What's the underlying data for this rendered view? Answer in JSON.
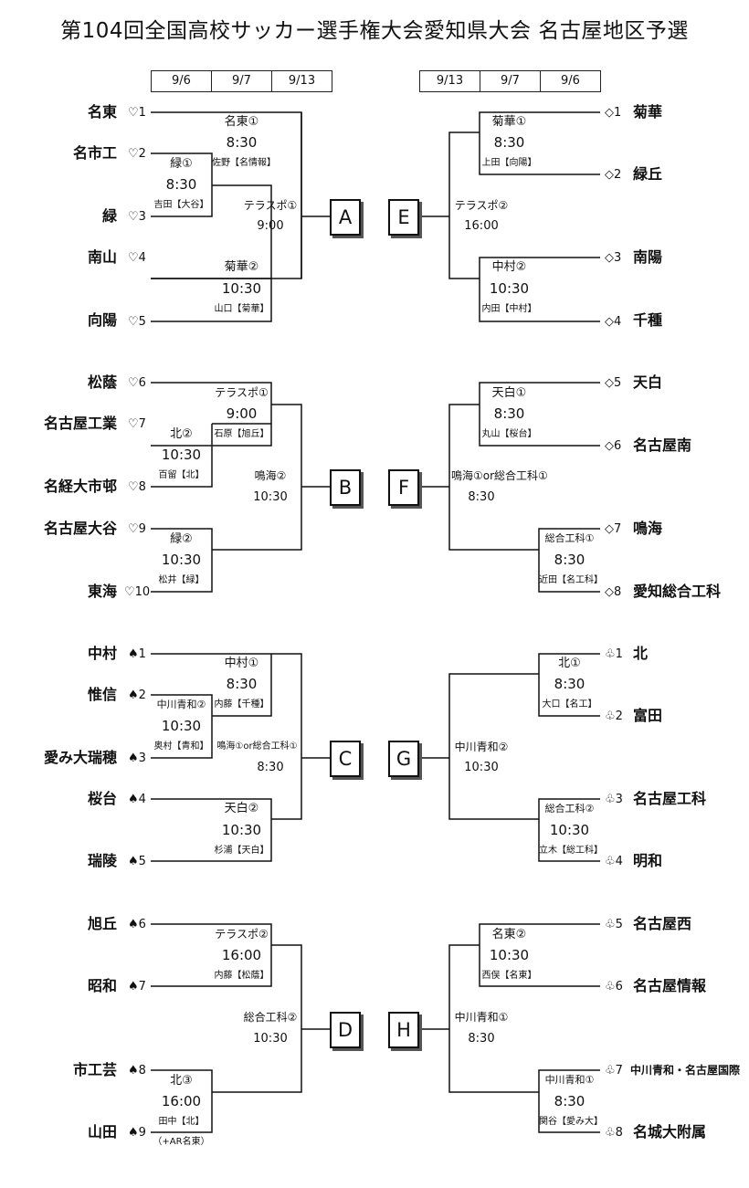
{
  "title": "第104回全国高校サッカー選手権大会愛知県大会 名古屋地区予選",
  "dates_left": [
    "9/6",
    "9/7",
    "9/13"
  ],
  "dates_right": [
    "9/13",
    "9/7",
    "9/6"
  ],
  "blocks": {
    "A": {
      "label": "A",
      "teams": [
        {
          "name": "名東",
          "seed": "♡1"
        },
        {
          "name": "名市工",
          "seed": "♡2"
        },
        {
          "name": "緑",
          "seed": "♡3"
        },
        {
          "name": "南山",
          "seed": "♡4"
        },
        {
          "name": "向陽",
          "seed": "♡5"
        }
      ],
      "matches": [
        {
          "venue": "名東①",
          "time": "8:30",
          "ref": "佐野【名情報】"
        },
        {
          "venue": "緑①",
          "time": "8:30",
          "ref": "吉田【大谷】"
        },
        {
          "venue": "菊華②",
          "time": "10:30",
          "ref": "山口【菊華】"
        },
        {
          "venue": "テラスポ①",
          "time": "9:00"
        }
      ]
    },
    "B": {
      "label": "B",
      "teams": [
        {
          "name": "松蔭",
          "seed": "♡6"
        },
        {
          "name": "名古屋工業",
          "seed": "♡7"
        },
        {
          "name": "名経大市邨",
          "seed": "♡8"
        },
        {
          "name": "名古屋大谷",
          "seed": "♡9"
        },
        {
          "name": "東海",
          "seed": "♡10"
        }
      ],
      "matches": [
        {
          "venue": "テラスポ①",
          "time": "9:00",
          "ref": "石原【旭丘】"
        },
        {
          "venue": "北②",
          "time": "10:30",
          "ref": "百留【北】"
        },
        {
          "venue": "緑②",
          "time": "10:30",
          "ref": "松井【緑】"
        },
        {
          "venue": "鳴海②",
          "time": "10:30"
        }
      ]
    },
    "C": {
      "label": "C",
      "teams": [
        {
          "name": "中村",
          "seed": "♠1"
        },
        {
          "name": "惟信",
          "seed": "♠2"
        },
        {
          "name": "愛み大瑞穂",
          "seed": "♠3"
        },
        {
          "name": "桜台",
          "seed": "♠4"
        },
        {
          "name": "瑞陵",
          "seed": "♠5"
        }
      ],
      "matches": [
        {
          "venue": "中村①",
          "time": "8:30",
          "ref": "内藤【千種】"
        },
        {
          "venue": "中川青和②",
          "time": "10:30",
          "ref": "奥村【青和】"
        },
        {
          "venue": "天白②",
          "time": "10:30",
          "ref": "杉浦【天白】"
        },
        {
          "venue": "鳴海①or総合工科①",
          "time": "8:30"
        }
      ]
    },
    "D": {
      "label": "D",
      "teams": [
        {
          "name": "旭丘",
          "seed": "♠6"
        },
        {
          "name": "昭和",
          "seed": "♠7"
        },
        {
          "name": "市工芸",
          "seed": "♠8"
        },
        {
          "name": "山田",
          "seed": "♠9"
        }
      ],
      "matches": [
        {
          "venue": "テラスポ②",
          "time": "16:00",
          "ref": "内藤【松蔭】"
        },
        {
          "venue": "北③",
          "time": "16:00",
          "ref": "田中【北】",
          "note": "（+AR名東）"
        },
        {
          "venue": "総合工科②",
          "time": "10:30"
        }
      ]
    },
    "E": {
      "label": "E",
      "teams": [
        {
          "name": "菊華",
          "seed": "◇1"
        },
        {
          "name": "緑丘",
          "seed": "◇2"
        },
        {
          "name": "南陽",
          "seed": "◇3"
        },
        {
          "name": "千種",
          "seed": "◇4"
        }
      ],
      "matches": [
        {
          "venue": "菊華①",
          "time": "8:30",
          "ref": "上田【向陽】"
        },
        {
          "venue": "中村②",
          "time": "10:30",
          "ref": "内田【中村】"
        },
        {
          "venue": "テラスポ②",
          "time": "16:00"
        }
      ]
    },
    "F": {
      "label": "F",
      "teams": [
        {
          "name": "天白",
          "seed": "◇5"
        },
        {
          "name": "名古屋南",
          "seed": "◇6"
        },
        {
          "name": "鳴海",
          "seed": "◇7"
        },
        {
          "name": "愛知総合工科",
          "seed": "◇8"
        }
      ],
      "matches": [
        {
          "venue": "天白①",
          "time": "8:30",
          "ref": "丸山【桜台】"
        },
        {
          "venue": "総合工科①",
          "time": "8:30",
          "ref": "近田【名工科】"
        },
        {
          "venue": "鳴海①or総合工科①",
          "time": "8:30"
        }
      ]
    },
    "G": {
      "label": "G",
      "teams": [
        {
          "name": "北",
          "seed": "♧1"
        },
        {
          "name": "富田",
          "seed": "♧2"
        },
        {
          "name": "名古屋工科",
          "seed": "♧3"
        },
        {
          "name": "明和",
          "seed": "♧4"
        }
      ],
      "matches": [
        {
          "venue": "北①",
          "time": "8:30",
          "ref": "大口【名工】"
        },
        {
          "venue": "総合工科②",
          "time": "10:30",
          "ref": "立木【総工科】"
        },
        {
          "venue": "中川青和②",
          "time": "10:30"
        }
      ]
    },
    "H": {
      "label": "H",
      "teams": [
        {
          "name": "名古屋西",
          "seed": "♧5"
        },
        {
          "name": "名古屋情報",
          "seed": "♧6"
        },
        {
          "name": "中川青和・名古屋国際",
          "seed": "♧7"
        },
        {
          "name": "名城大附属",
          "seed": "♧8"
        }
      ],
      "matches": [
        {
          "venue": "名東②",
          "time": "10:30",
          "ref": "西俣【名東】"
        },
        {
          "venue": "中川青和①",
          "time": "8:30",
          "ref": "関谷【愛み大】"
        },
        {
          "venue": "中川青和①",
          "time": "8:30"
        }
      ]
    }
  }
}
